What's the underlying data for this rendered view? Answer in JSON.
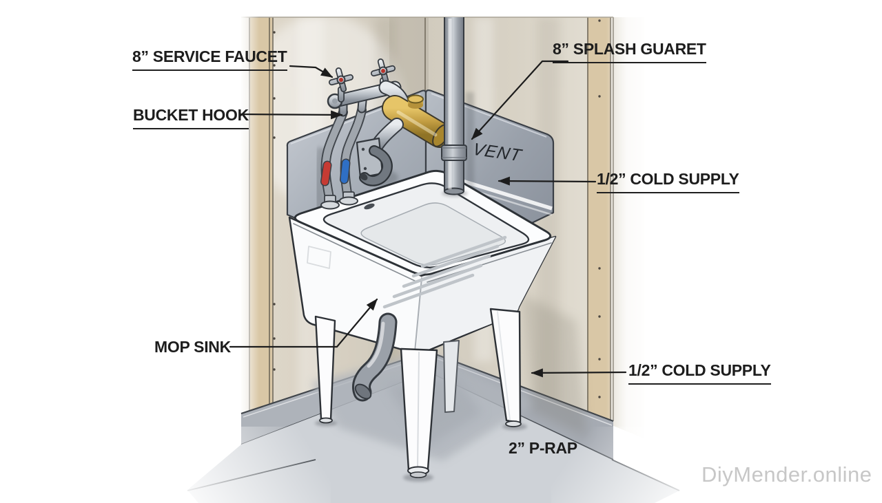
{
  "diagram": {
    "callouts": {
      "service_faucet": {
        "label": "8” SERVICE FAUCET"
      },
      "bucket_hook": {
        "label": "BUCKET HOOK"
      },
      "splash_guard": {
        "label": "8” SPLASH GUARET"
      },
      "vent": {
        "label": "VENT"
      },
      "cold_supply_upper": {
        "label": "1/2” COLD SUPPLY"
      },
      "mop_sink": {
        "label": "MOP SINK"
      },
      "cold_supply_lower": {
        "label": "1/2” COLD SUPPLY"
      },
      "p_trap": {
        "label": "2” P-RAP"
      }
    },
    "watermark": "DiyMender.online",
    "colors": {
      "wall_beige": "#d6cfc1",
      "stud_tan": "#d9c7a6",
      "splash_guard_gray": "#a4abb5",
      "sink_white": "#fcfdfe",
      "vent_pipe_gray": "#9aa0a8",
      "floor_gray": "#ced2d7",
      "hot_band_red": "#c63b33",
      "cold_band_blue": "#2f6fc4",
      "brass_gold": "#c29d42",
      "label_text": "#1d1d1d",
      "watermark_text": "#c7c7c7"
    }
  }
}
